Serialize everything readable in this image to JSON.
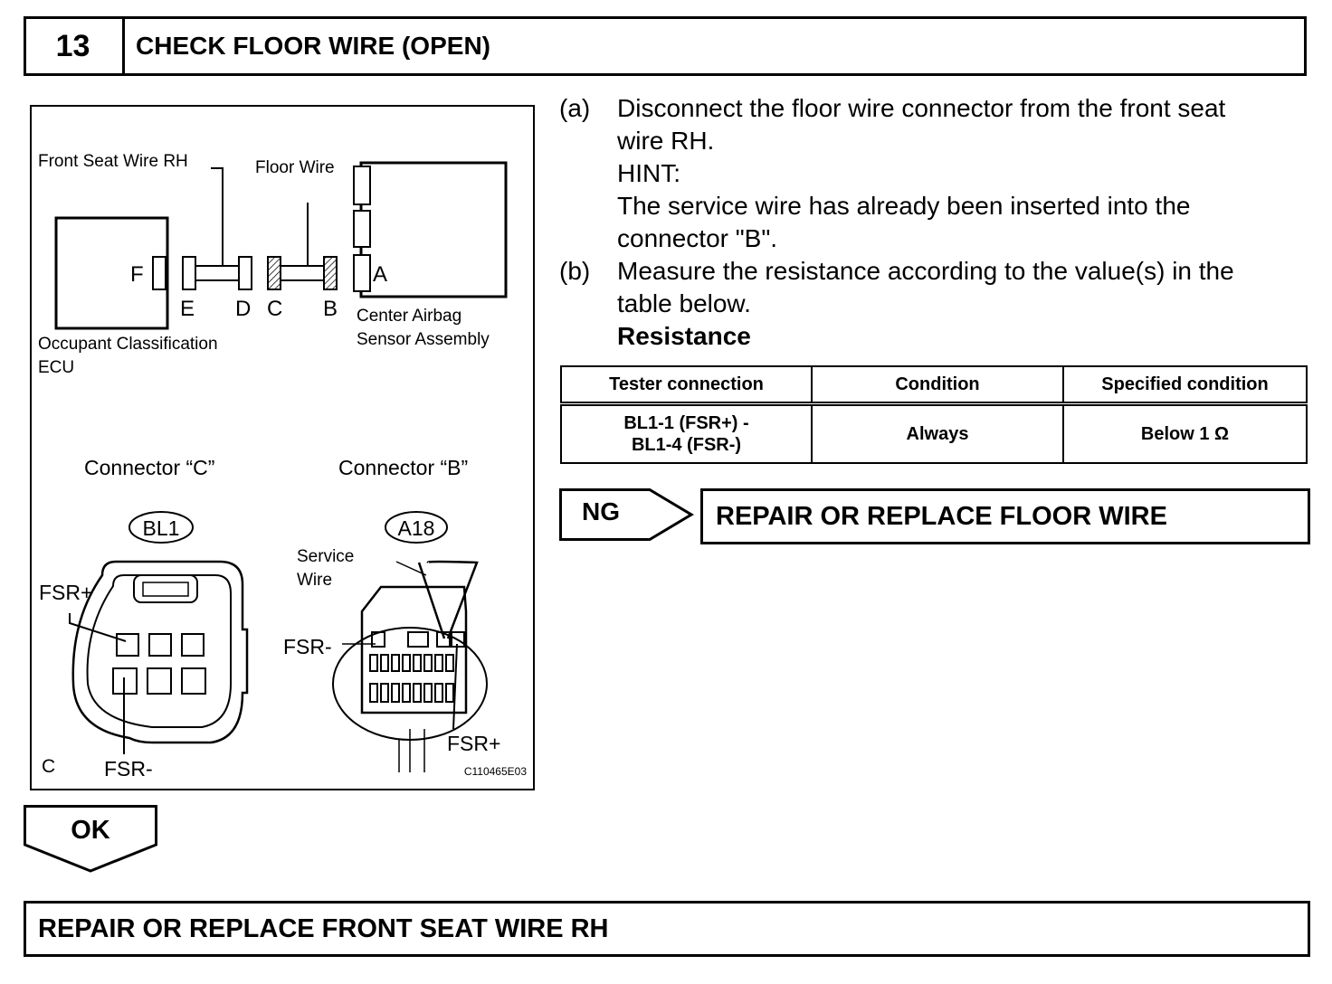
{
  "step": {
    "number": "13",
    "title": "CHECK FLOOR WIRE (OPEN)"
  },
  "instructions": {
    "a": {
      "label": "(a)",
      "line1": "Disconnect the floor wire connector from the front seat",
      "line2": "wire RH.",
      "hint_label": "HINT:",
      "hint_line1": "The service wire has already been inserted into the",
      "hint_line2": "connector \"B\"."
    },
    "b": {
      "label": "(b)",
      "line1": "Measure the resistance according to the value(s) in the",
      "line2": "table below.",
      "heading": "Resistance"
    }
  },
  "resistance_table": {
    "headers": [
      "Tester connection",
      "Condition",
      "Specified condition"
    ],
    "rows": [
      {
        "tester_line1": "BL1-1 (FSR+) -",
        "tester_line2": "BL1-4 (FSR-)",
        "condition": "Always",
        "specified": "Below 1 Ω"
      }
    ]
  },
  "ng": {
    "label": "NG",
    "result": "REPAIR OR REPLACE FLOOR WIRE"
  },
  "ok": {
    "label": "OK",
    "result": "REPAIR OR REPLACE FRONT SEAT WIRE RH"
  },
  "diagram": {
    "labels": {
      "front_seat_wire": "Front Seat Wire RH",
      "floor_wire": "Floor Wire",
      "ecu_line1": "Occupant Classification",
      "ecu_line2": "ECU",
      "sensor_line1": "Center Airbag",
      "sensor_line2": "Sensor Assembly",
      "conn_f": "F",
      "conn_e": "E",
      "conn_d": "D",
      "conn_c": "C",
      "conn_b": "B",
      "conn_a": "A",
      "connector_c": "Connector “C”",
      "connector_b": "Connector “B”",
      "bl1": "BL1",
      "a18": "A18",
      "service_wire_line1": "Service",
      "service_wire_line2": "Wire",
      "fsr_plus_c": "FSR+",
      "fsr_minus_c": "FSR-",
      "fsr_minus_b": "FSR-",
      "fsr_plus_b": "FSR+",
      "corner_c": "C",
      "figure_code": "C110465E03"
    }
  }
}
